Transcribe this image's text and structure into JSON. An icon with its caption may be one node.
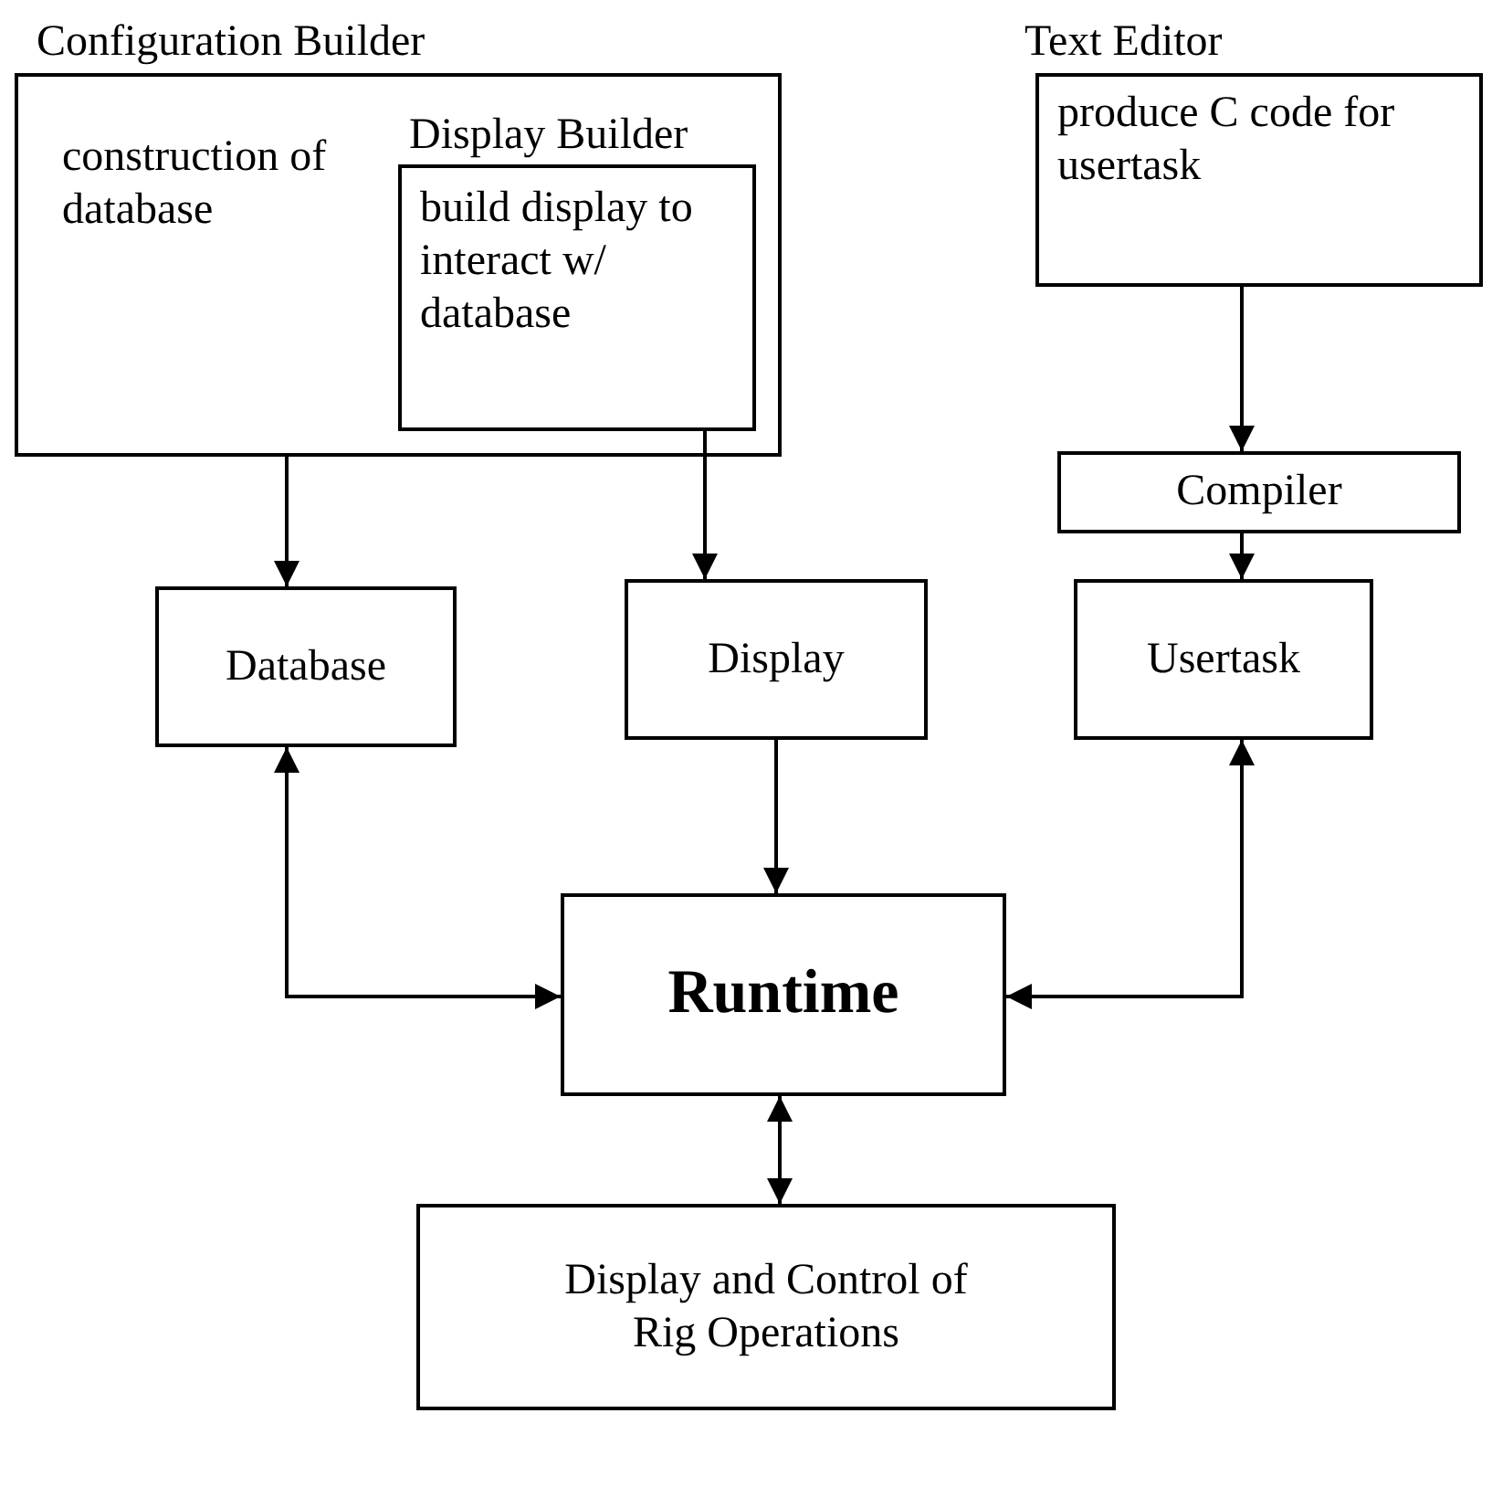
{
  "diagram": {
    "nodes": [
      {
        "text": [
          "Configuration Builder",
          "construction of database"
        ]
      },
      {
        "text": [
          "Display Builder",
          "build display to interact w/ database"
        ],
        "in": 0
      },
      {
        "text": [
          "Text Editor",
          "produce C code for usertask"
        ]
      },
      {
        "text": [
          "Compiler"
        ]
      },
      {
        "text": [
          "Database"
        ]
      },
      {
        "text": [
          "Display"
        ]
      },
      {
        "text": [
          "Usertask"
        ]
      },
      {
        "text": [
          "Runtime"
        ]
      },
      {
        "text": [
          "Display and Control of Rig Operations"
        ]
      }
    ],
    "edges": [
      {
        "from": 0,
        "to": 4,
        "arrow": "to"
      },
      {
        "from": 1,
        "to": 5,
        "arrow": "to"
      },
      {
        "from": 2,
        "to": 3,
        "arrow": "to"
      },
      {
        "from": 3,
        "to": 6,
        "arrow": "to"
      },
      {
        "from": 5,
        "to": 7,
        "arrow": "to"
      },
      {
        "from": 4,
        "to": 7,
        "arrow": "both"
      },
      {
        "from": 6,
        "to": 7,
        "arrow": "both"
      },
      {
        "from": 7,
        "to": 8,
        "arrow": "both"
      }
    ]
  }
}
